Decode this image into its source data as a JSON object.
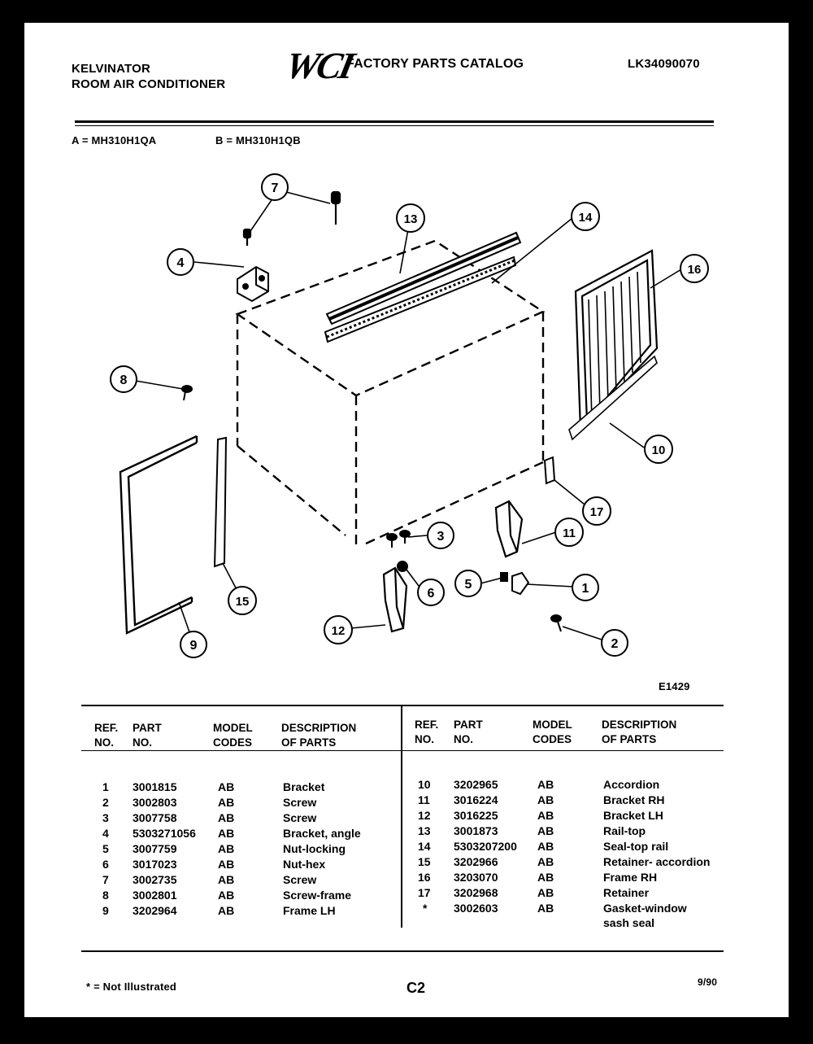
{
  "header": {
    "brand": "KELVINATOR",
    "product": "ROOM AIR CONDITIONER",
    "logo": "WCI",
    "catalog_title": "FACTORY PARTS CATALOG",
    "catalog_number": "LK34090070"
  },
  "models": [
    {
      "text": "A = MH310H1QA"
    },
    {
      "text": "B = MH310H1QB"
    }
  ],
  "diagram": {
    "id": "E1429",
    "callouts": [
      "1",
      "2",
      "3",
      "4",
      "5",
      "6",
      "7",
      "8",
      "9",
      "10",
      "11",
      "12",
      "13",
      "14",
      "15",
      "16",
      "17"
    ]
  },
  "table": {
    "headers": {
      "ref_line1": "REF.",
      "ref_line2": "NO.",
      "part_line1": "PART",
      "part_line2": "NO.",
      "model_line1": "MODEL",
      "model_line2": "CODES",
      "desc_line1": "DESCRIPTION",
      "desc_line2": "OF PARTS"
    },
    "left_rows": [
      {
        "ref": "1",
        "part": "3001815",
        "model": "AB",
        "desc": "Bracket"
      },
      {
        "ref": "2",
        "part": "3002803",
        "model": "AB",
        "desc": "Screw"
      },
      {
        "ref": "3",
        "part": "3007758",
        "model": "AB",
        "desc": "Screw"
      },
      {
        "ref": "4",
        "part": "5303271056",
        "model": "AB",
        "desc": "Bracket, angle"
      },
      {
        "ref": "5",
        "part": "3007759",
        "model": "AB",
        "desc": "Nut-locking"
      },
      {
        "ref": "6",
        "part": "3017023",
        "model": "AB",
        "desc": "Nut-hex"
      },
      {
        "ref": "7",
        "part": "3002735",
        "model": "AB",
        "desc": "Screw"
      },
      {
        "ref": "8",
        "part": "3002801",
        "model": "AB",
        "desc": "Screw-frame"
      },
      {
        "ref": "9",
        "part": "3202964",
        "model": "AB",
        "desc": "Frame LH"
      }
    ],
    "right_rows": [
      {
        "ref": "10",
        "part": "3202965",
        "model": "AB",
        "desc": "Accordion"
      },
      {
        "ref": "11",
        "part": "3016224",
        "model": "AB",
        "desc": "Bracket RH"
      },
      {
        "ref": "12",
        "part": "3016225",
        "model": "AB",
        "desc": "Bracket LH"
      },
      {
        "ref": "13",
        "part": "3001873",
        "model": "AB",
        "desc": "Rail-top"
      },
      {
        "ref": "14",
        "part": "5303207200",
        "model": "AB",
        "desc": "Seal-top rail"
      },
      {
        "ref": "15",
        "part": "3202966",
        "model": "AB",
        "desc": "Retainer- accordion"
      },
      {
        "ref": "16",
        "part": "3203070",
        "model": "AB",
        "desc": "Frame RH"
      },
      {
        "ref": "17",
        "part": "3202968",
        "model": "AB",
        "desc": "Retainer"
      },
      {
        "ref": "*",
        "part": "3002603",
        "model": "AB",
        "desc": "Gasket-window",
        "desc2": "sash seal"
      }
    ]
  },
  "footer": {
    "note": "* = Not Illustrated",
    "page": "C2",
    "date": "9/90"
  }
}
